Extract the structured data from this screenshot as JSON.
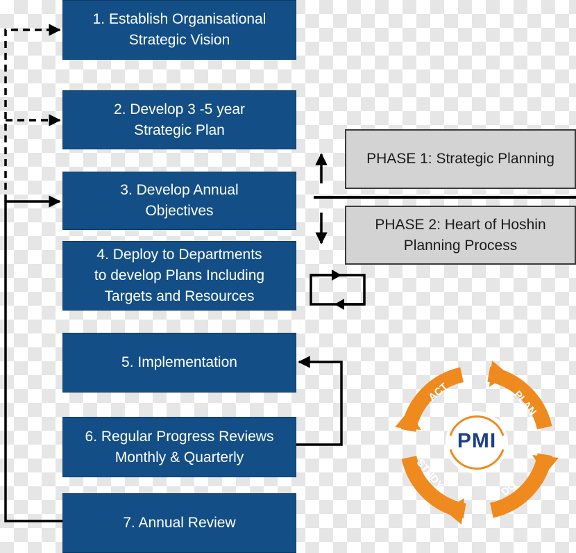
{
  "steps": [
    {
      "line1": "1. Establish Organisational",
      "line2": "Strategic Vision"
    },
    {
      "line1": "2. Develop 3 -5 year",
      "line2": "Strategic Plan"
    },
    {
      "line1": "3. Develop Annual",
      "line2": "Objectives"
    },
    {
      "line1": "4. Deploy to Departments",
      "line2": "to develop Plans Including",
      "line3": "Targets and Resources"
    },
    {
      "line1": "5. Implementation"
    },
    {
      "line1": "6. Regular Progress Reviews",
      "line2": "Monthly & Quarterly"
    },
    {
      "line1": "7. Annual Review"
    }
  ],
  "phases": [
    {
      "line1": "PHASE 1: Strategic Planning"
    },
    {
      "line1": "PHASE 2: Heart of Hoshin",
      "line2": "Planning Process"
    }
  ],
  "cycle": {
    "center": "PMI",
    "labels": {
      "act": "ACT",
      "plan": "PLAN",
      "do": "DO",
      "study": "STUDY"
    },
    "colors": {
      "ring": "#ef8a1f",
      "text": "#ffffff",
      "logo_blue": "#1b3f8b",
      "logo_orange": "#ef8a1f"
    }
  },
  "colors": {
    "step_fill": "#134f86",
    "phase_fill": "#d3d3d3",
    "arrow": "#000000"
  }
}
